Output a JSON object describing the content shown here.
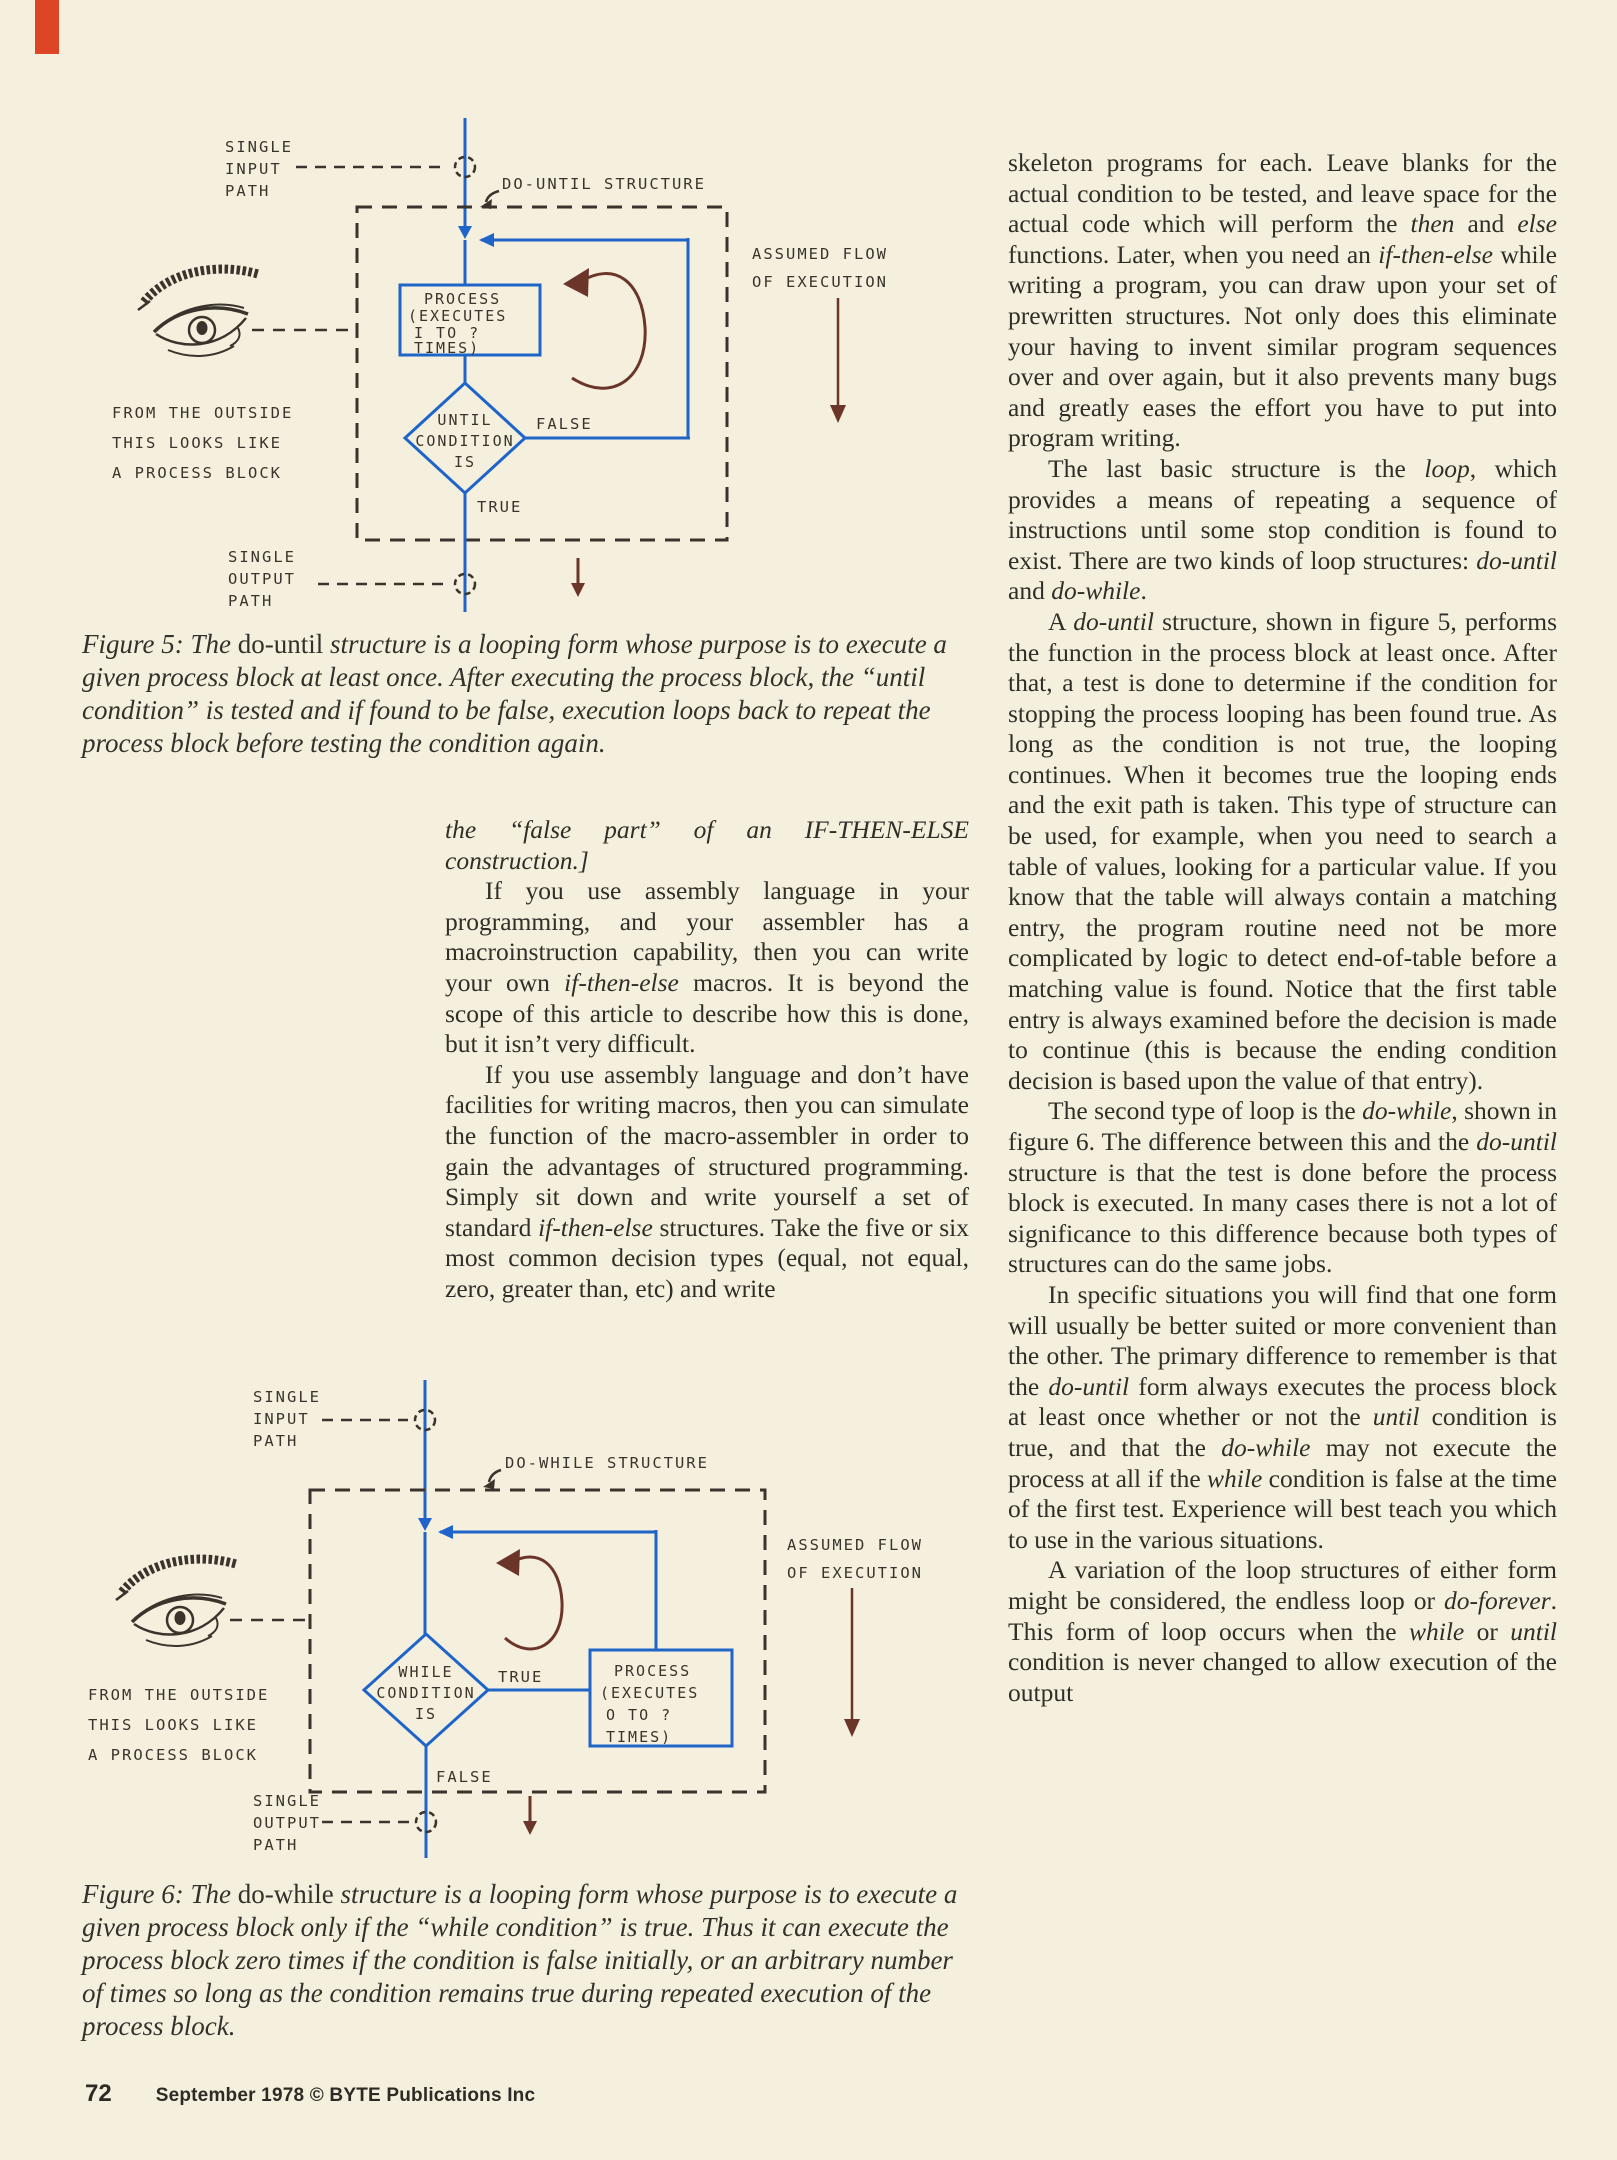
{
  "page": {
    "bg": "#f5f0dd",
    "edge_mark_color": "#dd4527",
    "footer": {
      "page_number": "72",
      "credit": "September 1978 © BYTE Publications Inc"
    }
  },
  "colors": {
    "diagram_blue": "#1f64c8",
    "arrow_brown": "#6b352a",
    "diagram_ink": "#3a342c",
    "body_text": "#322d26"
  },
  "fig5": {
    "input_path": [
      "SINGLE",
      "INPUT",
      "PATH"
    ],
    "title": "DO-UNTIL STRUCTURE",
    "assumed_flow": [
      "ASSUMED FLOW",
      "OF EXECUTION"
    ],
    "process": [
      "PROCESS",
      "(EXECUTES",
      "I TO ?",
      "TIMES)"
    ],
    "decision": [
      "UNTIL",
      "CONDITION",
      "IS"
    ],
    "false_label": "FALSE",
    "true_label": "TRUE",
    "outside_note": [
      "FROM THE OUTSIDE",
      "THIS LOOKS LIKE",
      "A PROCESS BLOCK"
    ],
    "output_path": [
      "SINGLE",
      "OUTPUT",
      "PATH"
    ],
    "caption": [
      {
        "indent": false,
        "segs": [
          {
            "t": "Figure 5: The ",
            "s": "i"
          },
          {
            "t": "do-until",
            "s": "r"
          },
          {
            "t": " structure is a looping form whose purpose is to execute a given process block at least once. After executing the process block, the “until condition” is tested and if found to be false, execution loops back to repeat the process block before testing the condition again.",
            "s": "i"
          }
        ]
      }
    ]
  },
  "fig6": {
    "input_path": [
      "SINGLE",
      "INPUT",
      "PATH"
    ],
    "title": "DO-WHILE STRUCTURE",
    "assumed_flow": [
      "ASSUMED FLOW",
      "OF EXECUTION"
    ],
    "process": [
      "PROCESS",
      "(EXECUTES",
      "O TO ?",
      "TIMES)"
    ],
    "decision": [
      "WHILE",
      "CONDITION",
      "IS"
    ],
    "false_label": "FALSE",
    "true_label": "TRUE",
    "outside_note": [
      "FROM THE OUTSIDE",
      "THIS LOOKS LIKE",
      "A PROCESS BLOCK"
    ],
    "output_path": [
      "SINGLE",
      "OUTPUT",
      "PATH"
    ],
    "caption": [
      {
        "indent": false,
        "segs": [
          {
            "t": "Figure 6: The ",
            "s": "i"
          },
          {
            "t": "do-while",
            "s": "r"
          },
          {
            "t": " structure is a looping form whose purpose is to execute a given process block only if the “while condition” is true. Thus it can execute the process block zero times if the condition is false initially, or an arbitrary number of times so long as the condition remains true during repeated execution of the process block.",
            "s": "i"
          }
        ]
      }
    ]
  },
  "columns": {
    "middle": {
      "paragraphs": [
        {
          "indent": false,
          "segs": [
            {
              "t": "the “false part” of an IF-THEN-ELSE construction.]",
              "s": "i"
            }
          ]
        },
        {
          "indent": true,
          "segs": [
            {
              "t": "If you use assembly language in your programming, and your assembler has a macroinstruction capability, then you can write your own "
            },
            {
              "t": "if-then-else",
              "s": "i"
            },
            {
              "t": " macros. It is beyond the scope of this article to describe how this is done, but it isn’t very difficult."
            }
          ]
        },
        {
          "indent": true,
          "segs": [
            {
              "t": "If you use assembly language and don’t have facilities for writing macros, then you can simulate the function of the macro-assembler in order to gain the advantages of structured programming. Simply sit down and write yourself a set of standard "
            },
            {
              "t": "if-then-else",
              "s": "i"
            },
            {
              "t": " structures. Take the five or six most common decision types (equal, not equal, zero, greater than, etc) and write"
            }
          ]
        }
      ]
    },
    "right": {
      "paragraphs": [
        {
          "indent": false,
          "segs": [
            {
              "t": "skeleton programs for each. Leave blanks for the actual condition to be tested, and leave space for the actual code which will perform the "
            },
            {
              "t": "then",
              "s": "i"
            },
            {
              "t": " and "
            },
            {
              "t": "else",
              "s": "i"
            },
            {
              "t": " functions. Later, when you need an "
            },
            {
              "t": "if-then-else",
              "s": "i"
            },
            {
              "t": " while writing a program, you can draw upon your set of prewritten structures. Not only does this eliminate your having to invent similar program sequences over and over again, but it also prevents many bugs and greatly eases the effort you have to put into program writing."
            }
          ]
        },
        {
          "indent": true,
          "segs": [
            {
              "t": "The last basic structure is the "
            },
            {
              "t": "loop",
              "s": "i"
            },
            {
              "t": ", which provides a means of repeating a sequence of instructions until some stop condition is found to exist. There are two kinds of loop structures: "
            },
            {
              "t": "do-until",
              "s": "i"
            },
            {
              "t": " and "
            },
            {
              "t": "do-while",
              "s": "i"
            },
            {
              "t": "."
            }
          ]
        },
        {
          "indent": true,
          "segs": [
            {
              "t": "A "
            },
            {
              "t": "do-until",
              "s": "i"
            },
            {
              "t": " structure, shown in figure 5, performs the function in the process block at least once. After that, a test is done to determine if the condition for stopping the process looping has been found true. As long as the condition is not true, the looping continues. When it becomes true the looping ends and the exit path is taken. This type of structure can be used, for example, when you need to search a table of values, looking for a particular value. If you know that the table will always contain a matching entry, the program routine need not be more complicated by logic to detect end-of-table before a matching value is found. Notice that the first table entry is always examined before the decision is made to continue (this is because the ending condition decision is based upon the value of that entry)."
            }
          ]
        },
        {
          "indent": true,
          "segs": [
            {
              "t": "The second type of loop is the "
            },
            {
              "t": "do-while",
              "s": "i"
            },
            {
              "t": ", shown in figure 6. The difference between this and the "
            },
            {
              "t": "do-until",
              "s": "i"
            },
            {
              "t": " structure is that the test is done before the process block is executed. In many cases there is not a lot of significance to this difference because both types of structures can do the same jobs."
            }
          ]
        },
        {
          "indent": true,
          "segs": [
            {
              "t": "In specific situations you will find that one form will usually be better suited or more convenient than the other. The primary difference to remember is that the "
            },
            {
              "t": "do-until",
              "s": "i"
            },
            {
              "t": " form always executes the process block at least once whether or not the "
            },
            {
              "t": "until",
              "s": "i"
            },
            {
              "t": " condition is true, and that the "
            },
            {
              "t": "do-while",
              "s": "i"
            },
            {
              "t": " may not execute the process at all if the "
            },
            {
              "t": "while",
              "s": "i"
            },
            {
              "t": " condition is false at the time of the first test. Experience will best teach you which to use in the various situations."
            }
          ]
        },
        {
          "indent": true,
          "segs": [
            {
              "t": "A variation of the loop structures of either form might be considered, the endless loop or "
            },
            {
              "t": "do-forever",
              "s": "i"
            },
            {
              "t": ". This form of loop occurs when the "
            },
            {
              "t": "while",
              "s": "i"
            },
            {
              "t": " or "
            },
            {
              "t": "until",
              "s": "i"
            },
            {
              "t": " condition is never changed to allow execution of the output"
            }
          ]
        }
      ]
    }
  }
}
